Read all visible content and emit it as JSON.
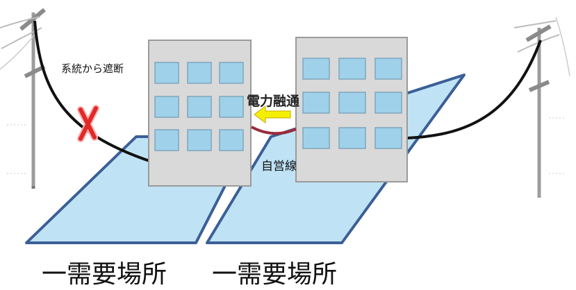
{
  "diagram": {
    "labels": {
      "isolated_from_grid": "系統から遮断",
      "power_interchange": "電力融通",
      "private_line": "自営線",
      "site_left": "一需要場所",
      "site_right": "一需要場所"
    },
    "colors": {
      "site_fill": "#bfe3f5",
      "site_border": "#3b5f96",
      "building_fill": "#d9d9d9",
      "building_border": "#9a9a9a",
      "window_fill": "#9fd1ea",
      "window_border": "#7fa6bd",
      "cable": "#111111",
      "private_line": "#9a2b3a",
      "arrow": "#f4ef00",
      "cut_mark": "#e02a2a",
      "pole": "#9c9c9c"
    },
    "icons": {
      "cut": "x-mark-icon",
      "direction": "arrow-left-icon",
      "pole": "utility-pole-icon"
    }
  }
}
